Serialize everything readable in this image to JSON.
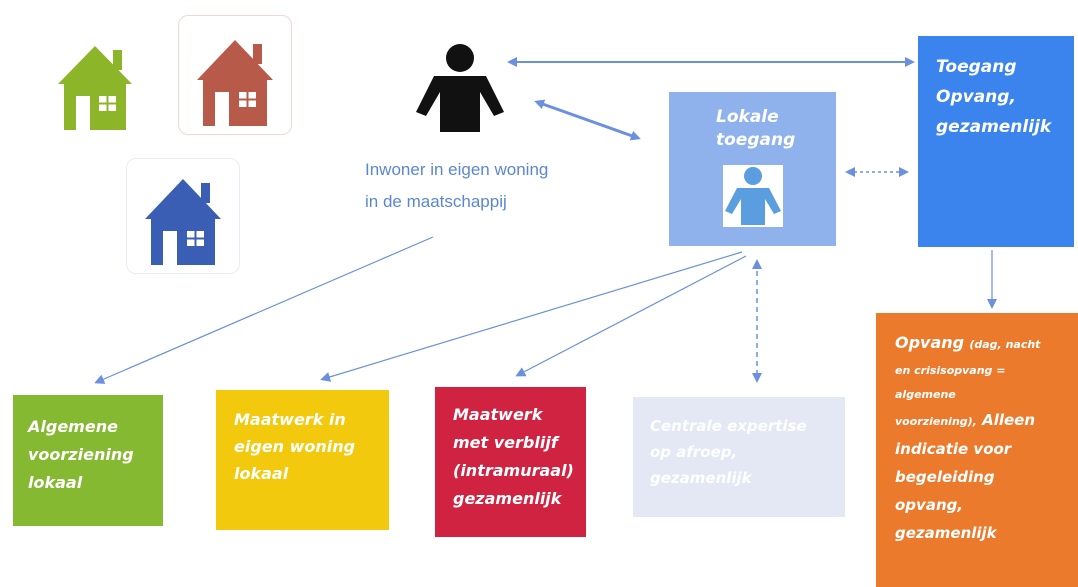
{
  "colors": {
    "house_green": "#8db52a",
    "house_red": "#b85a4a",
    "house_blue": "#3a5eb4",
    "person_dark": "#111111",
    "person_light": "#5a9ee0",
    "arrow": "#6a90de",
    "lokale_toegang": "#8fb1ec",
    "toegang_opvang": "#3b84ee",
    "algemene": "#86b932",
    "maatwerk_eigen": "#f3c90d",
    "maatwerk_verblijf": "#cf2341",
    "centrale": "#e4e8f4",
    "opvang": "#ec7a2c"
  },
  "icons": {
    "house_1": "house-icon",
    "house_2": "house-icon",
    "house_3": "house-icon",
    "resident": "person-icon",
    "advisor": "person-icon"
  },
  "resident": {
    "line1": "Inwoner in eigen woning",
    "line2": "in de maatschappij"
  },
  "lokale_toegang": {
    "line1": "Lokale",
    "line2": "toegang"
  },
  "toegang_opvang": {
    "line1": "Toegang",
    "line2": "Opvang,",
    "line3": "gezamenlijk"
  },
  "algemene": {
    "line1": "Algemene",
    "line2": "voorziening",
    "line3": "lokaal"
  },
  "maatwerk_eigen": {
    "line1": "Maatwerk in",
    "line2": "eigen woning",
    "line3": "lokaal"
  },
  "maatwerk_verblijf": {
    "line1": "Maatwerk",
    "line2": "met verblijf",
    "line3": "(intramuraal)",
    "line4": "gezamenlijk"
  },
  "centrale": {
    "line1": "Centrale expertise",
    "line2": "op afroep,",
    "line3": "gezamenlijk"
  },
  "opvang": {
    "title": "Opvang",
    "paren1": "(dag, nacht",
    "paren2": "en crisisopvang =",
    "paren3": "algemene",
    "paren4": "voorziening),",
    "rest1": "Alleen",
    "line5": "indicatie voor",
    "line6": "begeleiding",
    "line7": "opvang,",
    "line8": "gezamenlijk"
  }
}
